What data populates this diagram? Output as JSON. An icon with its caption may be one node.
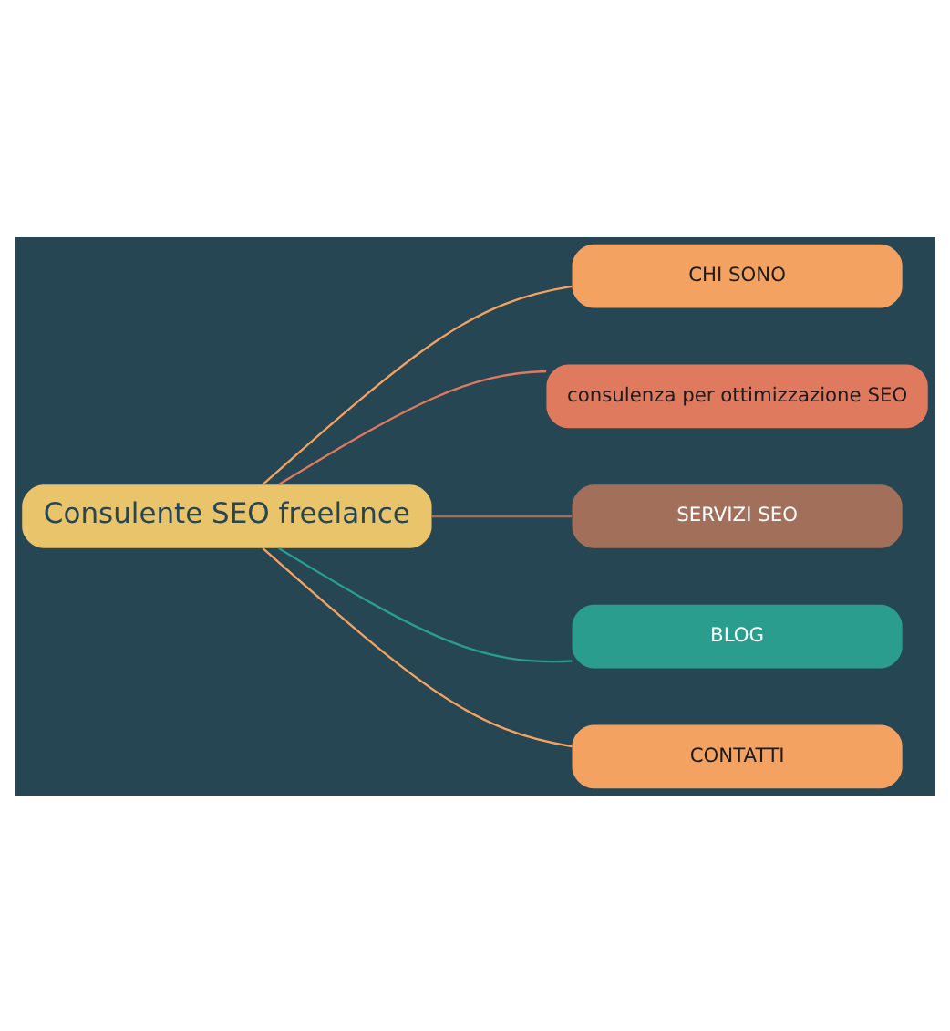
{
  "diagram": {
    "nodes": [
      {
        "text": [
          "Consulente SEO freelance"
        ]
      },
      {
        "text": [
          "CHI SONO"
        ]
      },
      {
        "text": [
          "consulenza per ottimizzazione SEO"
        ]
      },
      {
        "text": [
          "SERVIZI SEO"
        ]
      },
      {
        "text": [
          "BLOG"
        ]
      },
      {
        "text": [
          "CONTATTI"
        ]
      }
    ],
    "edges": [
      {
        "from": 0,
        "to": 1,
        "arrow": "none",
        "color": "#f4a261"
      },
      {
        "from": 0,
        "to": 2,
        "arrow": "none",
        "color": "#e07a5f"
      },
      {
        "from": 0,
        "to": 3,
        "arrow": "none",
        "color": "#a26f5a"
      },
      {
        "from": 0,
        "to": 4,
        "arrow": "none",
        "color": "#2a9d8f"
      },
      {
        "from": 0,
        "to": 5,
        "arrow": "none",
        "color": "#f4a261"
      }
    ]
  }
}
